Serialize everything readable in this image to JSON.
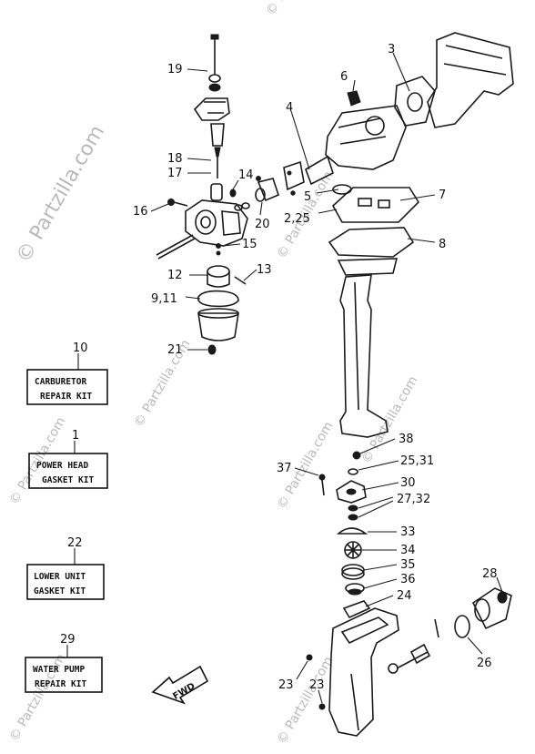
{
  "watermark": {
    "text": "© Partzilla.com",
    "color": "#b9b9b9"
  },
  "callouts": [
    {
      "id": "c19",
      "label": "19"
    },
    {
      "id": "c18",
      "label": "18"
    },
    {
      "id": "c17",
      "label": "17"
    },
    {
      "id": "c16",
      "label": "16"
    },
    {
      "id": "c14",
      "label": "14"
    },
    {
      "id": "c20",
      "label": "20"
    },
    {
      "id": "c15",
      "label": "15"
    },
    {
      "id": "c12",
      "label": "12"
    },
    {
      "id": "c13",
      "label": "13"
    },
    {
      "id": "c911",
      "label": "9,11"
    },
    {
      "id": "c21",
      "label": "21"
    },
    {
      "id": "c6",
      "label": "6"
    },
    {
      "id": "c3",
      "label": "3"
    },
    {
      "id": "c4",
      "label": "4"
    },
    {
      "id": "c5",
      "label": "5"
    },
    {
      "id": "c225",
      "label": "2,25"
    },
    {
      "id": "c7",
      "label": "7"
    },
    {
      "id": "c8",
      "label": "8"
    },
    {
      "id": "c38",
      "label": "38"
    },
    {
      "id": "c37",
      "label": "37"
    },
    {
      "id": "c2531",
      "label": "25,31"
    },
    {
      "id": "c30",
      "label": "30"
    },
    {
      "id": "c2732",
      "label": "27,32"
    },
    {
      "id": "c33",
      "label": "33"
    },
    {
      "id": "c34",
      "label": "34"
    },
    {
      "id": "c35",
      "label": "35"
    },
    {
      "id": "c36",
      "label": "36"
    },
    {
      "id": "c24",
      "label": "24"
    },
    {
      "id": "c28",
      "label": "28"
    },
    {
      "id": "c26",
      "label": "26"
    },
    {
      "id": "c23a",
      "label": "23"
    },
    {
      "id": "c23b",
      "label": "23"
    }
  ],
  "kits": [
    {
      "number": "10",
      "line1": "CARBURETOR",
      "line2": "REPAIR KIT"
    },
    {
      "number": "1",
      "line1": "POWER HEAD",
      "line2": "GASKET KIT"
    },
    {
      "number": "22",
      "line1": "LOWER UNIT",
      "line2": "GASKET KIT"
    },
    {
      "number": "29",
      "line1": "WATER PUMP",
      "line2": "REPAIR KIT"
    }
  ],
  "direction_tag": {
    "text": "FWD"
  }
}
